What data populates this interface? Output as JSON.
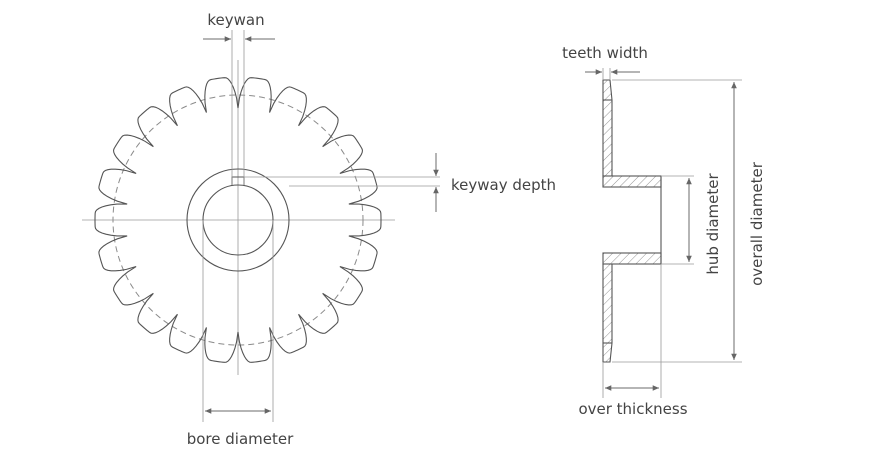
{
  "labels": {
    "keyway": "keywan",
    "keyway_depth": "keyway depth",
    "bore_diameter": "bore diameter",
    "teeth_width": "teeth width",
    "hub_diameter": "hub diameter",
    "overall_diameter": "overall diameter",
    "over_thickness": "over thickness"
  },
  "sprocket": {
    "teeth": 22
  },
  "colors": {
    "lines": "#6b6b6b",
    "text": "#444444"
  }
}
